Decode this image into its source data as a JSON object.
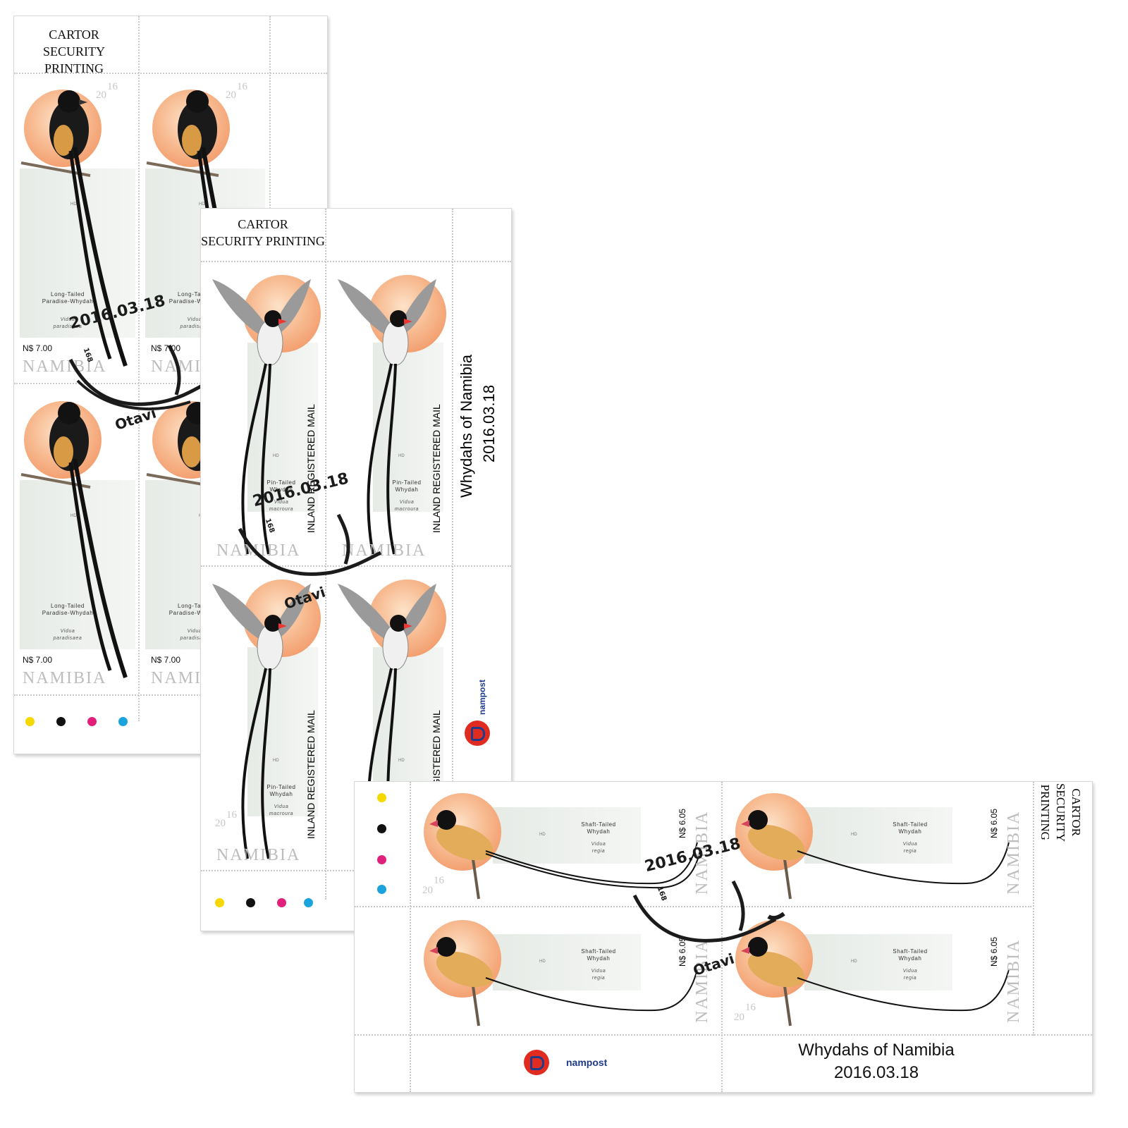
{
  "printer": "CARTOR\nSECURITY PRINTING",
  "country": "NAMIBIA",
  "year_top": "16",
  "year_bottom": "20",
  "artist_mark": "HD",
  "issue_title": "Whydahs of Namibia",
  "issue_date": "2016.03.18",
  "postmark": {
    "date": "2016.03.18",
    "town": "Otavi",
    "code": "168"
  },
  "nampost": "nampost",
  "registered_mail": "INLAND REGISTERED MAIL",
  "colors": {
    "sun": "#ef8a56",
    "yellow": "#f5d800",
    "black": "#111111",
    "magenta": "#e0207a",
    "cyan": "#1aa3dc",
    "nampost_red": "#e02b20",
    "nampost_blue": "#1f3b8a"
  },
  "sheet1": {
    "bird_name": "Long-Tailed\nParadise-Whydah",
    "scientific": "Vidua\nparadisaea",
    "value": "N$ 7.00"
  },
  "sheet2": {
    "bird_name": "Pin-Tailed\nWhydah",
    "scientific": "Vidua\nmacroura"
  },
  "sheet3": {
    "bird_name": "Shaft-Tailed\nWhydah",
    "scientific": "Vidua\nregia",
    "value": "N$ 6.05"
  }
}
